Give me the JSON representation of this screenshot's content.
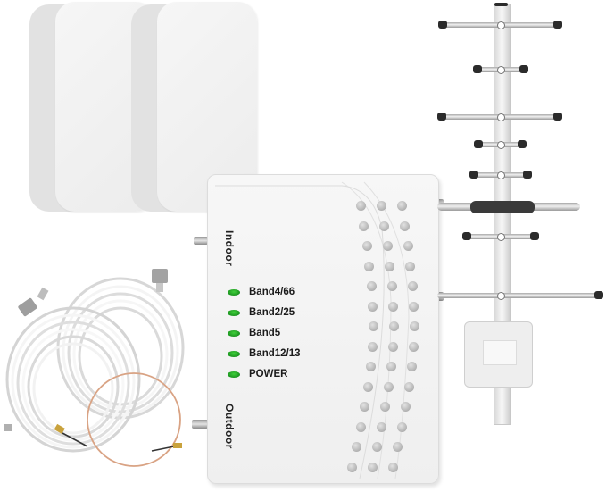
{
  "product": {
    "booster": {
      "port_labels": {
        "indoor": "Indoor",
        "outdoor": "Outdoor"
      },
      "indicators": [
        {
          "label": "Band4/66",
          "color": "#1fa82a"
        },
        {
          "label": "Band2/25",
          "color": "#1fa82a"
        },
        {
          "label": "Band5",
          "color": "#1fa82a"
        },
        {
          "label": "Band12/13",
          "color": "#1fa82a"
        },
        {
          "label": "POWER",
          "color": "#1fa82a"
        }
      ]
    },
    "components": {
      "indoor_antennas": 2,
      "yagi_elements": 7,
      "cable_coils": 2
    },
    "colors": {
      "housing": "#f2f2f2",
      "led": "#1fa82a",
      "cable": "#ffffff",
      "jumper": "#d9a384",
      "caps": "#2b2b2b"
    }
  }
}
